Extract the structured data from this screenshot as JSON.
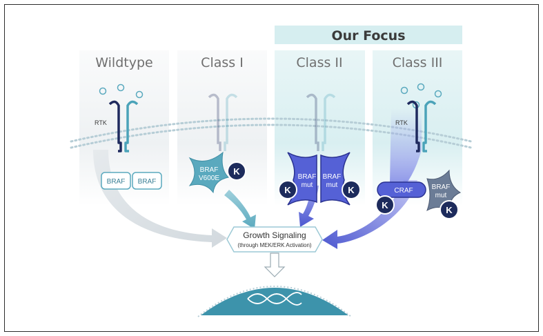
{
  "header": {
    "focus_label": "Our Focus"
  },
  "columns": [
    {
      "title": "Wildtype"
    },
    {
      "title": "Class I"
    },
    {
      "title": "Class II"
    },
    {
      "title": "Class III"
    }
  ],
  "labels": {
    "rtk": "RTK",
    "braf": "BRAF",
    "braf_v600e_line1": "BRAF",
    "braf_v600e_line2": "V600E",
    "braf_mut_line1": "BRAF",
    "braf_mut_line2": "mut",
    "craf": "CRAF",
    "inhibitor_glyph": "K"
  },
  "signal": {
    "title": "Growth Signaling",
    "subtitle": "(through MEK/ERK Activation)"
  },
  "colors": {
    "panel_grey": "#eef1f3",
    "panel_teal": "#d9eff1",
    "focus_banner": "#d6eef0",
    "receptor_dark": "#1f2a5e",
    "receptor_teal": "#4ba3b9",
    "braf_teal": "#5aa9be",
    "braf_mut_blue": "#5561d6",
    "navy_badge": "#1d2b5c",
    "nucleus": "#3d93ab"
  }
}
